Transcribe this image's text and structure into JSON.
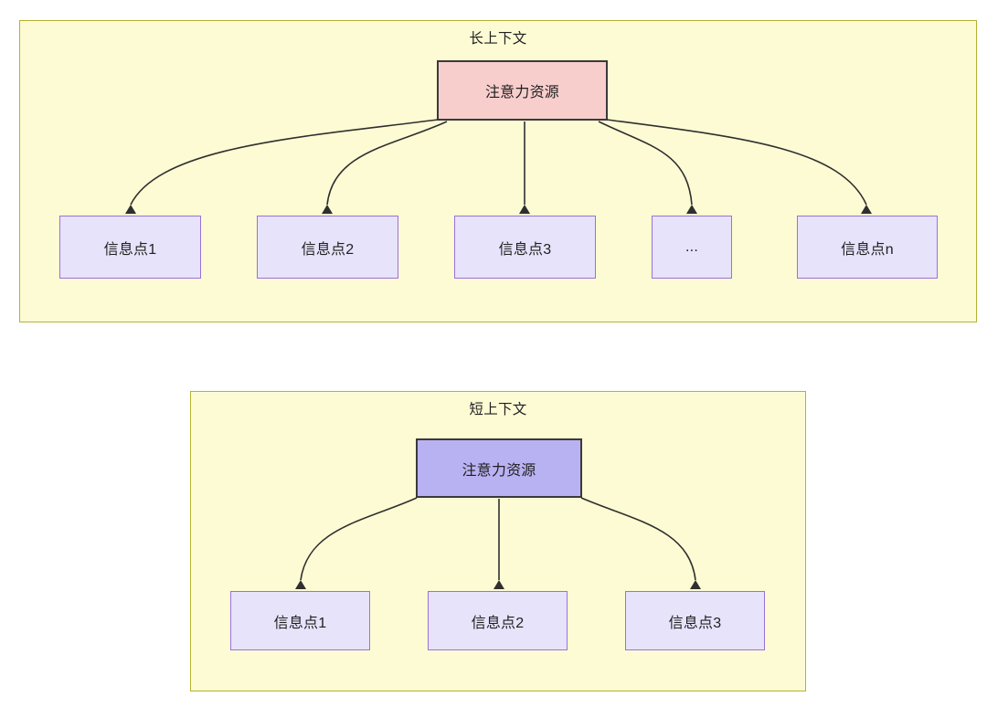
{
  "diagram": {
    "title_visible": false,
    "background_color": "#ffffff",
    "panels": [
      {
        "id": "long-context",
        "title": "长上下文",
        "fill": "#fdfbd4",
        "stroke": "#b3b331",
        "root": {
          "label": "注意力资源",
          "fill": "#f8cecc",
          "stroke": "#3a3a3a"
        },
        "children": [
          {
            "label": "信息点1"
          },
          {
            "label": "信息点2"
          },
          {
            "label": "信息点3"
          },
          {
            "label": "..."
          },
          {
            "label": "信息点n"
          }
        ],
        "child_fill": "#e7e3fb",
        "child_stroke": "#9a72d6"
      },
      {
        "id": "short-context",
        "title": "短上下文",
        "fill": "#fdfbd4",
        "stroke": "#b3b331",
        "root": {
          "label": "注意力资源",
          "fill": "#b9b2f2",
          "stroke": "#3a3a3a"
        },
        "children": [
          {
            "label": "信息点1"
          },
          {
            "label": "信息点2"
          },
          {
            "label": "信息点3"
          }
        ],
        "child_fill": "#e7e3fb",
        "child_stroke": "#9a72d6"
      }
    ],
    "edge_color": "#2f2f2f"
  }
}
